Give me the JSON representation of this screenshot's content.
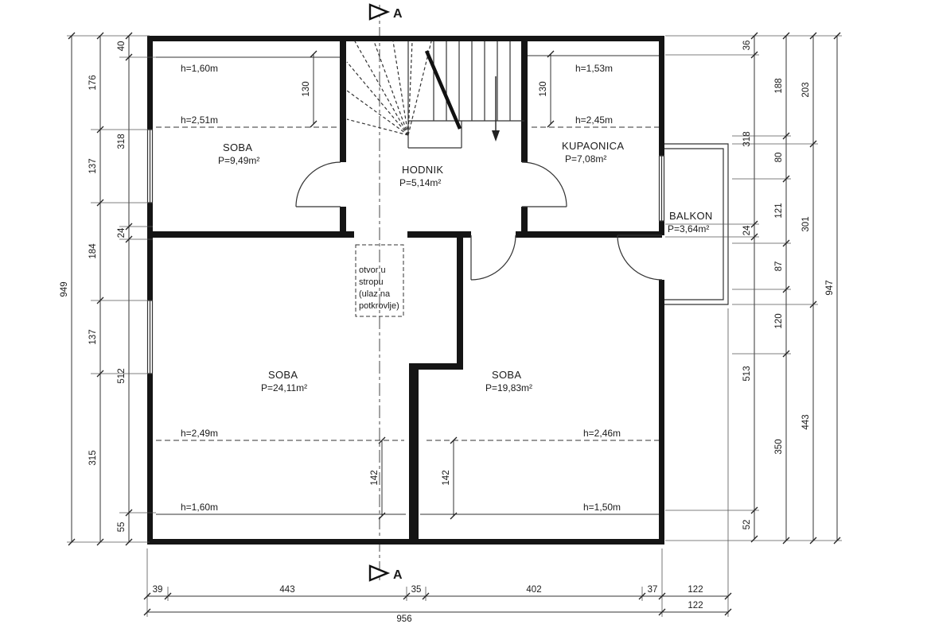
{
  "drawing": {
    "background": "#ffffff",
    "ink": "#1b1b1b",
    "section_marker": "A",
    "rooms": {
      "soba1": {
        "name": "SOBA",
        "area": "P=9,49m²"
      },
      "hodnik": {
        "name": "HODNIK",
        "area": "P=5,14m²"
      },
      "kupaonica": {
        "name": "KUPAONICA",
        "area": "P=7,08m²"
      },
      "balkon": {
        "name": "BALKON",
        "area": "P=3,64m²"
      },
      "soba2": {
        "name": "SOBA",
        "area": "P=24,11m²"
      },
      "soba3": {
        "name": "SOBA",
        "area": "P=19,83m²"
      }
    },
    "heights": {
      "soba1_knee": "h=1,60m",
      "soba1_main": "h=2,51m",
      "kupaonica_knee": "h=1,53m",
      "kupaonica_main": "h=2,45m",
      "soba2_main": "h=2,49m",
      "soba2_knee": "h=1,60m",
      "soba3_main": "h=2,46m",
      "soba3_knee": "h=1,50m"
    },
    "attic_note": [
      "otvor u",
      "stropu",
      "(ulaz na",
      "potkrovlje)"
    ],
    "dims": {
      "left_total": "949",
      "left_mid": [
        "176",
        "137",
        "184",
        "137",
        "315"
      ],
      "left_inner": [
        "40",
        "318",
        "24",
        "512",
        "55"
      ],
      "right_inner": [
        "36",
        "318",
        "24",
        "513",
        "52"
      ],
      "right_mid": [
        "188",
        "80",
        "121",
        "87",
        "120",
        "350"
      ],
      "right_outer": [
        "203",
        "301",
        "443"
      ],
      "right_total": "947",
      "bottom_row1": [
        "39",
        "443",
        "35",
        "402",
        "37",
        "122"
      ],
      "bottom_row2": [
        "956",
        "122"
      ],
      "stair_left": "130",
      "stair_right": "130",
      "soba2_interior": "142",
      "soba3_interior": "142"
    }
  }
}
